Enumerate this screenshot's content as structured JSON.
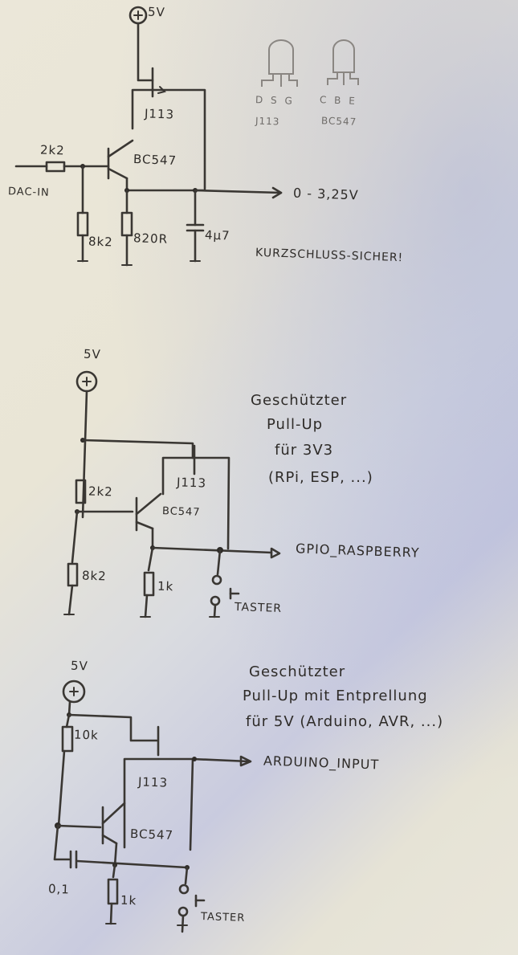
{
  "circuit1": {
    "supply": "5V",
    "input_label": "DAC-IN",
    "r_in": "2k2",
    "r_base_gnd": "8k2",
    "r_emitter": "820R",
    "cap": "4µ7",
    "jfet": "J113",
    "bjt": "BC547",
    "output_label": "0 - 3,25V",
    "note": "KURZSCHLUSS-SICHER!",
    "pinout": {
      "jfet_pins": "D S G",
      "jfet_name": "J113",
      "bjt_pins": "C B E",
      "bjt_name": "BC547"
    }
  },
  "circuit2": {
    "supply": "5V",
    "r_top": "2k2",
    "r_bottom": "8k2",
    "r_emitter": "1k",
    "jfet": "J113",
    "bjt": "BC547",
    "output_label": "GPIO_RASPBERRY",
    "button": "TASTER",
    "title_lines": [
      "Geschützter",
      "Pull-Up",
      "für 3V3",
      "(RPi, ESP, ...)"
    ]
  },
  "circuit3": {
    "supply": "5V",
    "r_top": "10k",
    "r_emitter": "1k",
    "cap": "0,1",
    "jfet": "J113",
    "bjt": "BC547",
    "output_label": "ARDUINO_INPUT",
    "button": "TASTER",
    "title_lines": [
      "Geschützter",
      "Pull-Up mit Entprellung",
      "für 5V (Arduino, AVR, ...)"
    ]
  }
}
